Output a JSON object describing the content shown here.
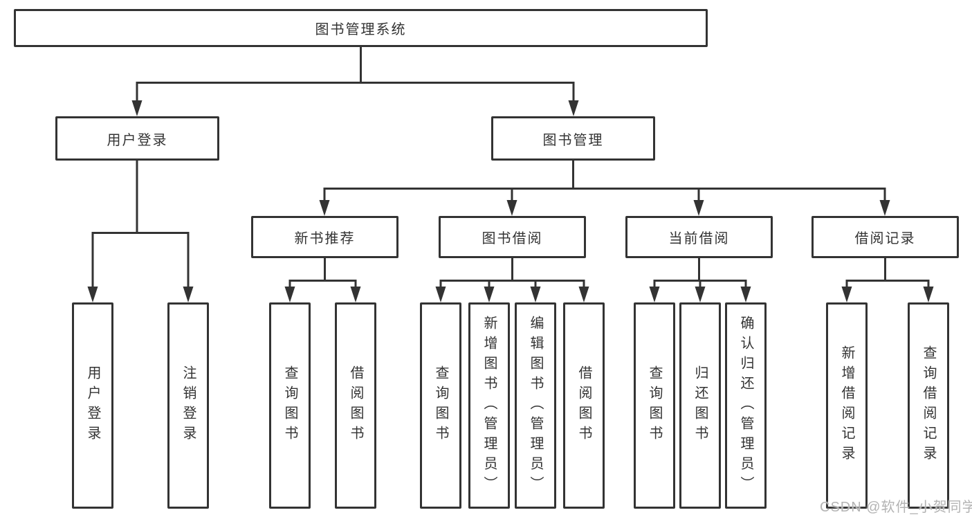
{
  "tree": {
    "root": {
      "label": "图书管理系统"
    },
    "branches": [
      {
        "label": "用户登录",
        "leaves": [
          {
            "label": "用户登录"
          },
          {
            "label": "注销登录"
          }
        ]
      },
      {
        "label": "图书管理",
        "groups": [
          {
            "label": "新书推荐",
            "leaves": [
              {
                "label": "查询图书"
              },
              {
                "label": "借阅图书"
              }
            ]
          },
          {
            "label": "图书借阅",
            "leaves": [
              {
                "label": "查询图书"
              },
              {
                "label": "新增图书（管理员）"
              },
              {
                "label": "编辑图书（管理员）"
              },
              {
                "label": "借阅图书"
              }
            ]
          },
          {
            "label": "当前借阅",
            "leaves": [
              {
                "label": "查询图书"
              },
              {
                "label": "归还图书"
              },
              {
                "label": "确认归还（管理员）"
              }
            ]
          },
          {
            "label": "借阅记录",
            "leaves": [
              {
                "label": "新增借阅记录"
              },
              {
                "label": "查询借阅记录"
              }
            ]
          }
        ]
      }
    ]
  },
  "watermark": "CSDN @软件_小贺同学",
  "colors": {
    "line": "#333333",
    "box_border": "#333333",
    "text": "#333333",
    "background": "#ffffff",
    "watermark": "#b3b3b3"
  }
}
